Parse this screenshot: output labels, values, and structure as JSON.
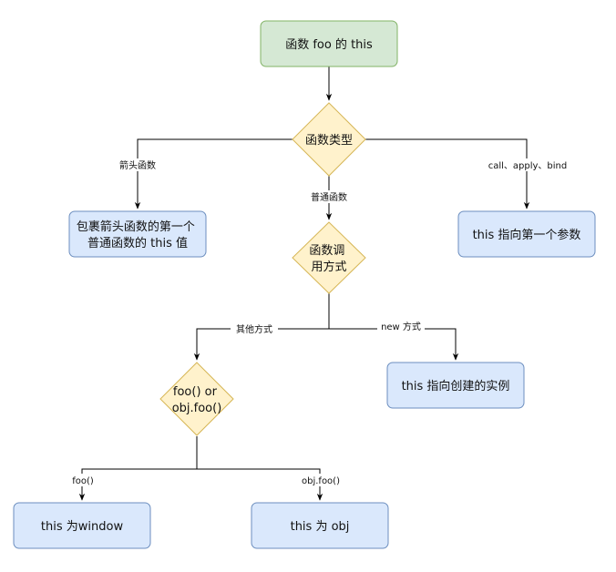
{
  "colors": {
    "start_fill": "#d5e8d4",
    "start_stroke": "#82b366",
    "decision_fill": "#fff2cc",
    "decision_stroke": "#d6b656",
    "result_fill": "#dae8fc",
    "result_stroke": "#6c8ebf",
    "edge": "#000000"
  },
  "nodes": {
    "start": {
      "lines": [
        "函数 foo 的 this"
      ]
    },
    "func_type": {
      "lines": [
        "函数类型"
      ]
    },
    "arrow_result": {
      "lines": [
        "包裹箭头函数的第一个",
        "普通函数的 this 值"
      ]
    },
    "call_result": {
      "lines": [
        "this 指向第一个参数"
      ]
    },
    "call_mode": {
      "lines": [
        "函数调",
        "用方式"
      ]
    },
    "new_result": {
      "lines": [
        "this 指向创建的实例"
      ]
    },
    "foo_or_obj": {
      "lines": [
        "foo() or",
        "obj.foo()"
      ]
    },
    "window_result": {
      "lines": [
        "this 为window"
      ]
    },
    "obj_result": {
      "lines": [
        "this 为 obj"
      ]
    }
  },
  "edges": {
    "arrow_fn": "箭头函数",
    "normal_fn": "普通函数",
    "call_apply_bind": "call、apply、bind",
    "other_way": "其他方式",
    "new_way": "new 方式",
    "foo_call": "foo()",
    "obj_call": "obj.foo()"
  }
}
